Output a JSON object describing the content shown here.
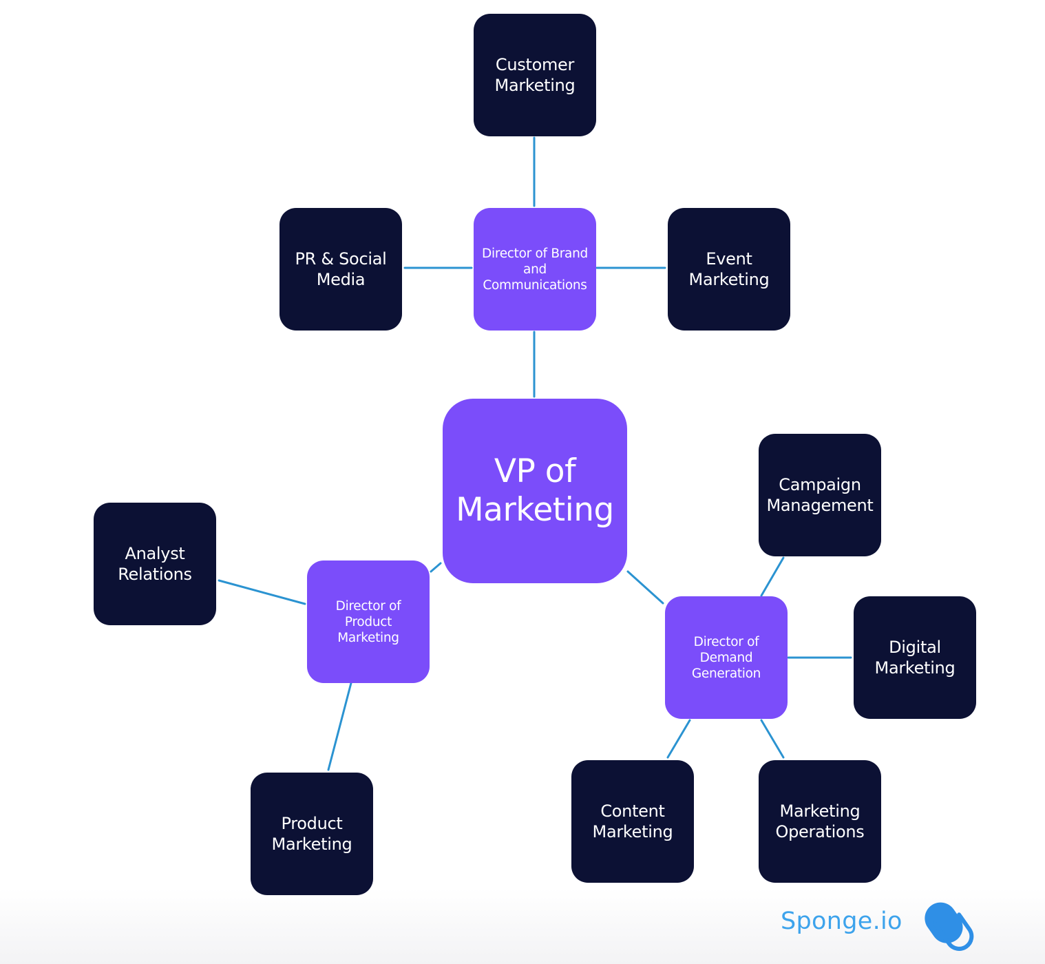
{
  "diagram": {
    "vp": {
      "label": "VP of Marketing"
    },
    "directors": {
      "brand": {
        "label": "Director of Brand and Communications"
      },
      "product": {
        "label": "Director of Product Marketing"
      },
      "demand": {
        "label": "Director of Demand Generation"
      }
    },
    "leaves": {
      "customer_marketing": {
        "label": "Customer Marketing"
      },
      "pr_social": {
        "label": "PR & Social Media"
      },
      "event_marketing": {
        "label": "Event Marketing"
      },
      "campaign_management": {
        "label": "Campaign Management"
      },
      "analyst_relations": {
        "label": "Analyst Relations"
      },
      "digital_marketing": {
        "label": "Digital Marketing"
      },
      "product_marketing": {
        "label": "Product Marketing"
      },
      "content_marketing": {
        "label": "Content Marketing"
      },
      "marketing_operations": {
        "label": "Marketing Operations"
      }
    }
  },
  "footer": {
    "brand_name": "Sponge.io",
    "logo_icon": "sponge-logo-icon"
  },
  "colors": {
    "leaf": "#0c1134",
    "director": "#7b4dfa",
    "connector": "#2b93d1",
    "brand": "#3da3ec"
  }
}
